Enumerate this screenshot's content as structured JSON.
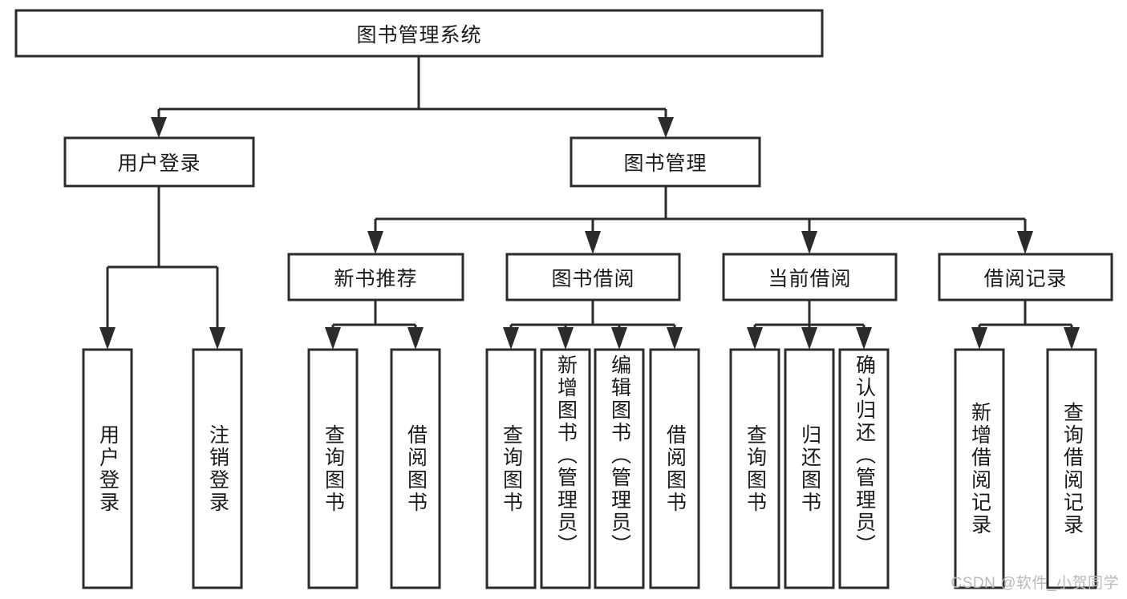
{
  "diagram": {
    "type": "tree",
    "title": "图书管理系统",
    "watermark": "CSDN @软件_小贺同学",
    "colors": {
      "box_stroke": "#2b2b2b",
      "box_fill": "#ffffff",
      "text": "#1a1a1a",
      "watermark": "#b9b9b9",
      "background": "#ffffff"
    },
    "levels": {
      "root": {
        "label": "图书管理系统",
        "orientation": "horizontal"
      },
      "level2": [
        {
          "label": "用户登录",
          "orientation": "horizontal"
        },
        {
          "label": "图书管理",
          "orientation": "horizontal"
        }
      ],
      "level3": [
        {
          "label": "新书推荐",
          "orientation": "horizontal",
          "parent": "图书管理"
        },
        {
          "label": "图书借阅",
          "orientation": "horizontal",
          "parent": "图书管理"
        },
        {
          "label": "当前借阅",
          "orientation": "horizontal",
          "parent": "图书管理"
        },
        {
          "label": "借阅记录",
          "orientation": "horizontal",
          "parent": "图书管理"
        }
      ],
      "leaves": [
        {
          "label": "用户登录",
          "orientation": "vertical",
          "parent": "用户登录"
        },
        {
          "label": "注销登录",
          "orientation": "vertical",
          "parent": "用户登录"
        },
        {
          "label": "查询图书",
          "orientation": "vertical",
          "parent": "新书推荐"
        },
        {
          "label": "借阅图书",
          "orientation": "vertical",
          "parent": "新书推荐"
        },
        {
          "label": "查询图书",
          "orientation": "vertical",
          "parent": "图书借阅"
        },
        {
          "label": "新增图书（管理员）",
          "orientation": "vertical",
          "parent": "图书借阅"
        },
        {
          "label": "编辑图书（管理员）",
          "orientation": "vertical",
          "parent": "图书借阅"
        },
        {
          "label": "借阅图书",
          "orientation": "vertical",
          "parent": "图书借阅"
        },
        {
          "label": "查询图书",
          "orientation": "vertical",
          "parent": "当前借阅"
        },
        {
          "label": "归还图书",
          "orientation": "vertical",
          "parent": "当前借阅"
        },
        {
          "label": "确认归还（管理员）",
          "orientation": "vertical",
          "parent": "当前借阅"
        },
        {
          "label": "新增借阅记录",
          "orientation": "vertical",
          "parent": "借阅记录"
        },
        {
          "label": "查询借阅记录",
          "orientation": "vertical",
          "parent": "借阅记录"
        }
      ]
    }
  }
}
